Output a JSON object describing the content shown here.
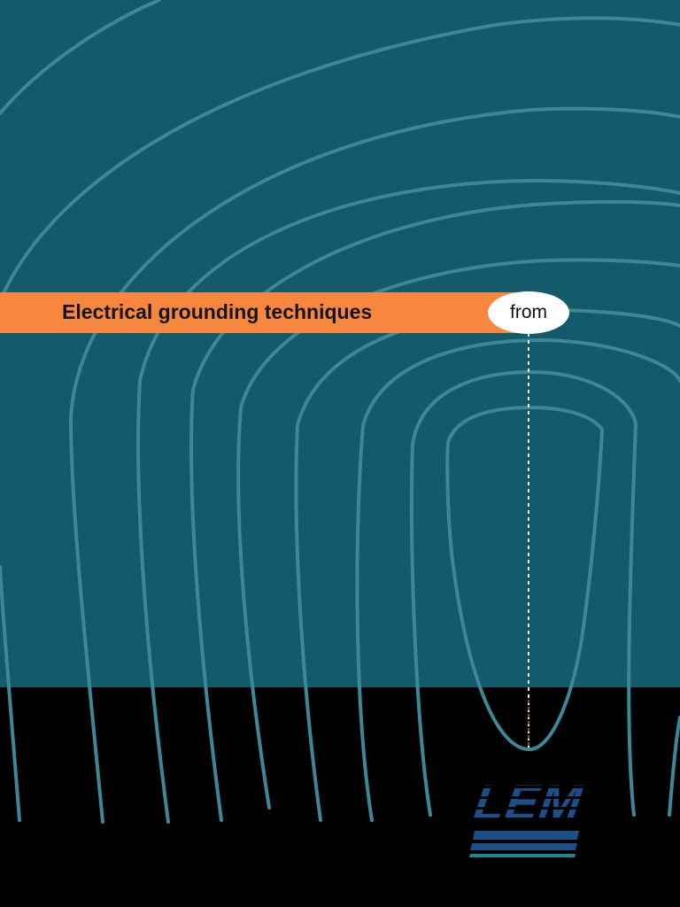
{
  "cover": {
    "title": "Electrical grounding techniques",
    "from_label": "from",
    "logo_text": "LEM"
  },
  "colors": {
    "sky": "#135b6a",
    "ground": "#000000",
    "field_lines": "#3c8896",
    "title_band": "#f7873e",
    "title_text": "#141414",
    "badge": "#ffffff",
    "electrode_line": "#f3efc8",
    "logo_blue": "#1b4f86",
    "logo_teal": "#1a8a90"
  },
  "icons": [
    "equipotential-lines-graphic",
    "ground-electrode-line",
    "lem-logo"
  ]
}
